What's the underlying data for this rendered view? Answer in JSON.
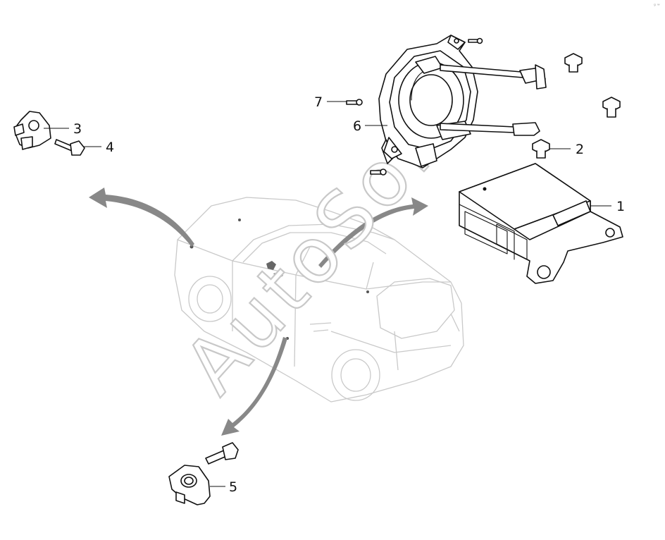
{
  "watermark": "AutoSoft",
  "corner_mark": "ᵍ ʷ",
  "callouts": [
    {
      "id": "1",
      "label": "1"
    },
    {
      "id": "2",
      "label": "2"
    },
    {
      "id": "3",
      "label": "3"
    },
    {
      "id": "4",
      "label": "4"
    },
    {
      "id": "5",
      "label": "5"
    },
    {
      "id": "6",
      "label": "6"
    },
    {
      "id": "7",
      "label": "7"
    }
  ]
}
